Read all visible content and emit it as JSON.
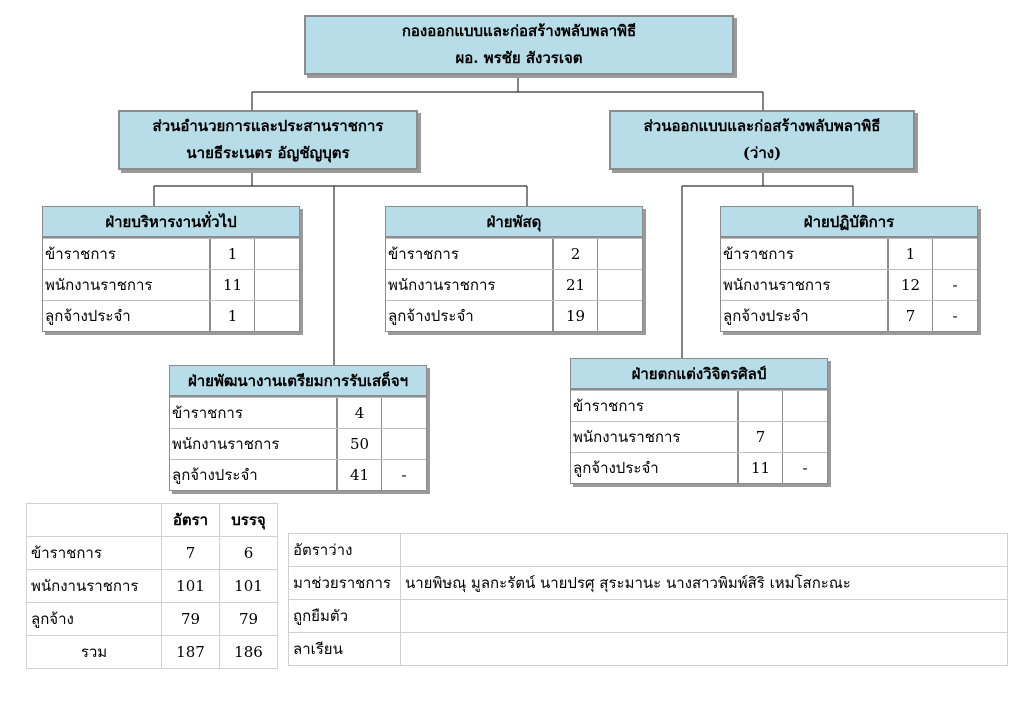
{
  "top": {
    "line1": "กองออกแบบและก่อสร้างพลับพลาพิธี",
    "line2": "ผอ. พรชัย  สังวรเจต"
  },
  "division_left": {
    "line1": "ส่วนอำนวยการและประสานราชการ",
    "line2": "นายธีระเนตร  อัญชัญบุตร"
  },
  "division_right": {
    "line1": "ส่วนออกแบบและก่อสร้างพลับพลาพิธี",
    "line2": "(ว่าง)"
  },
  "units": {
    "general": {
      "title": "ฝ่ายบริหารงานทั่วไป",
      "rows": [
        {
          "label": "ข้าราชการ",
          "count": "1",
          "extra": ""
        },
        {
          "label": "พนักงานราชการ",
          "count": "11",
          "extra": ""
        },
        {
          "label": "ลูกจ้างประจำ",
          "count": "1",
          "extra": ""
        }
      ]
    },
    "supply": {
      "title": "ฝ่ายพัสดุ",
      "rows": [
        {
          "label": "ข้าราชการ",
          "count": "2",
          "extra": ""
        },
        {
          "label": "พนักงานราชการ",
          "count": "21",
          "extra": ""
        },
        {
          "label": "ลูกจ้างประจำ",
          "count": "19",
          "extra": ""
        }
      ]
    },
    "operations": {
      "title": "ฝ่ายปฏิบัติการ",
      "rows": [
        {
          "label": "ข้าราชการ",
          "count": "1",
          "extra": ""
        },
        {
          "label": "พนักงานราชการ",
          "count": "12",
          "extra": "-"
        },
        {
          "label": "ลูกจ้างประจำ",
          "count": "7",
          "extra": "-"
        }
      ]
    },
    "development": {
      "title": "ฝ่ายพัฒนางานเตรียมการรับเสด็จฯ",
      "rows": [
        {
          "label": "ข้าราชการ",
          "count": "4",
          "extra": ""
        },
        {
          "label": "พนักงานราชการ",
          "count": "50",
          "extra": ""
        },
        {
          "label": "ลูกจ้างประจำ",
          "count": "41",
          "extra": "-"
        }
      ]
    },
    "decoration": {
      "title": "ฝ่ายตกแต่งวิจิตรศิลป์",
      "rows": [
        {
          "label": "ข้าราชการ",
          "count": "",
          "extra": ""
        },
        {
          "label": "พนักงานราชการ",
          "count": "7",
          "extra": ""
        },
        {
          "label": "ลูกจ้างประจำ",
          "count": "11",
          "extra": "-"
        }
      ]
    }
  },
  "summary": {
    "headers": [
      "",
      "อัตรา",
      "บรรจุ"
    ],
    "rows": [
      [
        "ข้าราชการ",
        "7",
        "6"
      ],
      [
        "พนักงานราชการ",
        "101",
        "101"
      ],
      [
        "ลูกจ้าง",
        "79",
        "79"
      ],
      [
        "รวม",
        "187",
        "186"
      ]
    ]
  },
  "status": [
    {
      "label": "อัตราว่าง",
      "value": ""
    },
    {
      "label": "มาช่วยราชการ",
      "value": "นายพิษณุ มูลกะรัตน์ นายปรศุ  สุระมานะ นางสาวพิมพ์สิริ เหมโสกะณะ"
    },
    {
      "label": "ถูกยืมตัว",
      "value": ""
    },
    {
      "label": "ลาเรียน",
      "value": ""
    }
  ]
}
